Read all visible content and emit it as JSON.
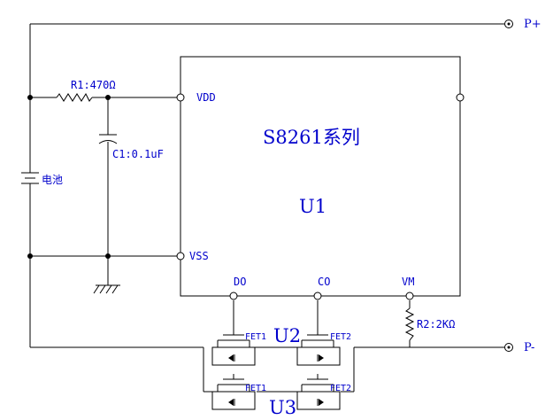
{
  "terminals": {
    "pos": "P+",
    "neg": "P-"
  },
  "ic": {
    "part": "S8261系列",
    "ref": "U1"
  },
  "pins": {
    "vdd": "VDD",
    "vss": "VSS",
    "do": "DO",
    "co": "CO",
    "vm": "VM"
  },
  "components": {
    "r1": "R1:470Ω",
    "c1": "C1:0.1uF",
    "battery": "电池",
    "r2": "R2:2KΩ"
  },
  "fets": {
    "u2": "U2",
    "u3": "U3",
    "fet1": "FET1",
    "fet2": "FET2"
  },
  "colors": {
    "label": "#0000cc",
    "wire": "#000000"
  }
}
